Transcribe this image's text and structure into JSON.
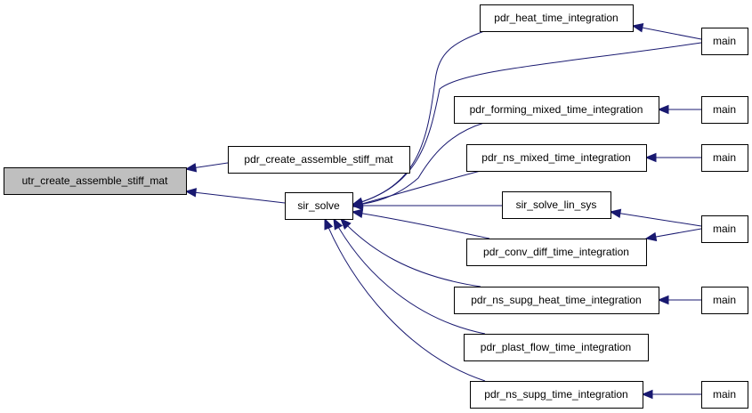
{
  "diagram": {
    "nodes": [
      {
        "id": "utr_create_assemble_stiff_mat",
        "label": "utr_create_assemble_stiff_mat",
        "highlight": true
      },
      {
        "id": "pdr_create_assemble_stiff_mat",
        "label": "pdr_create_assemble_stiff_mat"
      },
      {
        "id": "sir_solve",
        "label": "sir_solve"
      },
      {
        "id": "pdr_heat_time_integration",
        "label": "pdr_heat_time_integration"
      },
      {
        "id": "pdr_forming_mixed_time_integration",
        "label": "pdr_forming_mixed_time_integration"
      },
      {
        "id": "pdr_ns_mixed_time_integration",
        "label": "pdr_ns_mixed_time_integration"
      },
      {
        "id": "sir_solve_lin_sys",
        "label": "sir_solve_lin_sys"
      },
      {
        "id": "pdr_conv_diff_time_integration",
        "label": "pdr_conv_diff_time_integration"
      },
      {
        "id": "pdr_ns_supg_heat_time_integration",
        "label": "pdr_ns_supg_heat_time_integration"
      },
      {
        "id": "pdr_plast_flow_time_integration",
        "label": "pdr_plast_flow_time_integration"
      },
      {
        "id": "pdr_ns_supg_time_integration",
        "label": "pdr_ns_supg_time_integration"
      },
      {
        "id": "main_1",
        "label": "main"
      },
      {
        "id": "main_2",
        "label": "main"
      },
      {
        "id": "main_3",
        "label": "main"
      },
      {
        "id": "main_4",
        "label": "main"
      },
      {
        "id": "main_5",
        "label": "main"
      },
      {
        "id": "main_6",
        "label": "main"
      }
    ],
    "edges": [
      {
        "from": "pdr_create_assemble_stiff_mat",
        "to": "utr_create_assemble_stiff_mat"
      },
      {
        "from": "sir_solve",
        "to": "utr_create_assemble_stiff_mat"
      },
      {
        "from": "pdr_heat_time_integration",
        "to": "sir_solve"
      },
      {
        "from": "main_1",
        "to": "sir_solve"
      },
      {
        "from": "pdr_forming_mixed_time_integration",
        "to": "sir_solve"
      },
      {
        "from": "pdr_ns_mixed_time_integration",
        "to": "sir_solve"
      },
      {
        "from": "sir_solve_lin_sys",
        "to": "sir_solve"
      },
      {
        "from": "pdr_conv_diff_time_integration",
        "to": "sir_solve"
      },
      {
        "from": "pdr_ns_supg_heat_time_integration",
        "to": "sir_solve"
      },
      {
        "from": "pdr_plast_flow_time_integration",
        "to": "sir_solve"
      },
      {
        "from": "pdr_ns_supg_time_integration",
        "to": "sir_solve"
      },
      {
        "from": "main_1",
        "to": "pdr_heat_time_integration"
      },
      {
        "from": "main_2",
        "to": "pdr_forming_mixed_time_integration"
      },
      {
        "from": "main_3",
        "to": "pdr_ns_mixed_time_integration"
      },
      {
        "from": "main_4",
        "to": "sir_solve_lin_sys"
      },
      {
        "from": "main_4",
        "to": "pdr_conv_diff_time_integration"
      },
      {
        "from": "main_5",
        "to": "pdr_ns_supg_heat_time_integration"
      },
      {
        "from": "main_6",
        "to": "pdr_ns_supg_time_integration"
      }
    ],
    "colors": {
      "edge": "#191970",
      "highlight_fill": "#bfbfbf",
      "node_fill": "#ffffff",
      "border": "#000000"
    }
  }
}
